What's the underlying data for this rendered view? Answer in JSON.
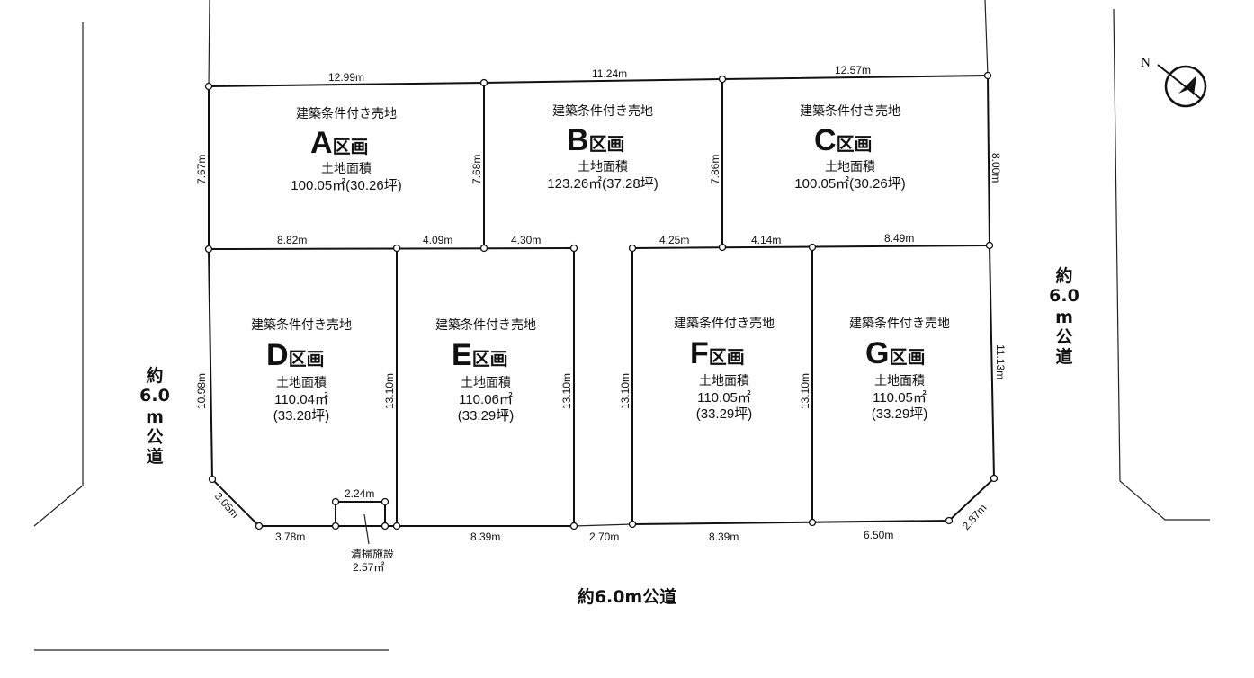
{
  "condition_label": "建築条件付き売地",
  "section_suffix": "区画",
  "area_label": "土地面積",
  "lots": [
    {
      "id": "A",
      "area": "100.05㎡(30.26坪)"
    },
    {
      "id": "B",
      "area": "123.26㎡(37.28坪)"
    },
    {
      "id": "C",
      "area": "100.05㎡(30.26坪)"
    },
    {
      "id": "D",
      "area_m2": "110.04㎡",
      "area_tsubo": "(33.28坪)"
    },
    {
      "id": "E",
      "area_m2": "110.06㎡",
      "area_tsubo": "(33.29坪)"
    },
    {
      "id": "F",
      "area_m2": "110.05㎡",
      "area_tsubo": "(33.29坪)"
    },
    {
      "id": "G",
      "area_m2": "110.05㎡",
      "area_tsubo": "(33.29坪)"
    }
  ],
  "dimensions": {
    "top": [
      "12.99m",
      "11.24m",
      "12.57m"
    ],
    "vertical_top": [
      "7.67m",
      "7.68m",
      "7.86m",
      "8.00m"
    ],
    "middle": [
      "8.82m",
      "4.09m",
      "4.30m",
      "4.25m",
      "4.14m",
      "8.49m"
    ],
    "vertical_bottom": [
      "10.98m",
      "13.10m",
      "13.10m",
      "13.10m",
      "13.10m",
      "11.13m"
    ],
    "bottom": [
      "3.05m",
      "3.78m",
      "2.24m",
      "8.39m",
      "2.70m",
      "8.39m",
      "6.50m",
      "2.87m"
    ]
  },
  "facility": {
    "name": "清掃施設",
    "area": "2.57㎡"
  },
  "roads": {
    "bottom": "約6.0m公道",
    "side": [
      "約",
      "6.0",
      "m",
      "公",
      "道"
    ]
  },
  "north_label": "N"
}
